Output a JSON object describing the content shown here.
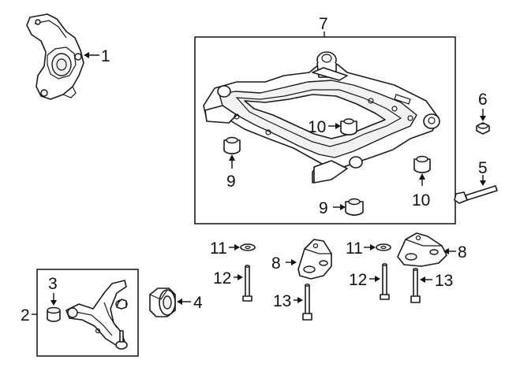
{
  "callouts": {
    "c1": "1",
    "c2": "2",
    "c3": "3",
    "c4": "4",
    "c5": "5",
    "c6": "6",
    "c7": "7",
    "c8a": "8",
    "c8b": "8",
    "c9a": "9",
    "c9b": "9",
    "c10a": "10",
    "c10b": "10",
    "c11a": "11",
    "c11b": "11",
    "c12a": "12",
    "c12b": "12",
    "c13a": "13",
    "c13b": "13"
  }
}
